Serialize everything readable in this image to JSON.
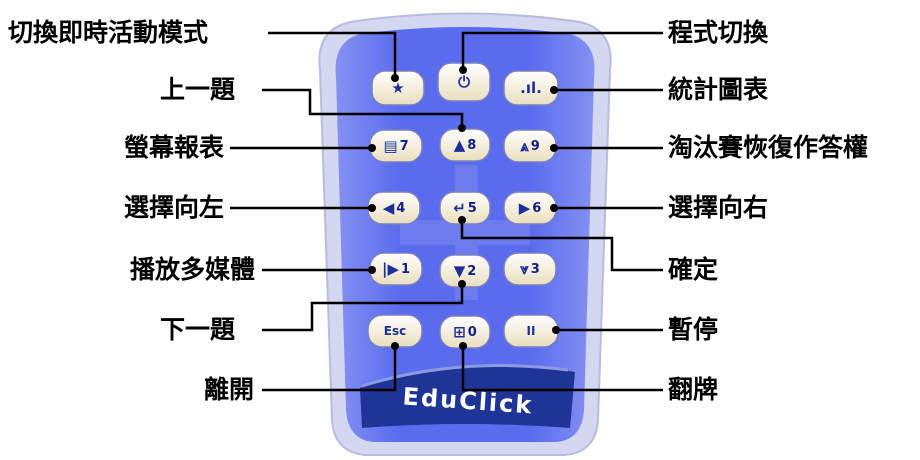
{
  "labels_left": [
    {
      "id": "realtime",
      "text": "切換即時活動模式"
    },
    {
      "id": "prev",
      "text": "上一題"
    },
    {
      "id": "screen-report",
      "text": "螢幕報表"
    },
    {
      "id": "select-left",
      "text": "選擇向左"
    },
    {
      "id": "media",
      "text": "播放多媒體"
    },
    {
      "id": "next",
      "text": "下一題"
    },
    {
      "id": "exit",
      "text": "離開"
    }
  ],
  "labels_right": [
    {
      "id": "program-switch",
      "text": "程式切換"
    },
    {
      "id": "stats-chart",
      "text": "統計圖表"
    },
    {
      "id": "elimination",
      "text": "淘汰賽恢復作答權"
    },
    {
      "id": "select-right",
      "text": "選擇向右"
    },
    {
      "id": "confirm",
      "text": "確定"
    },
    {
      "id": "pause",
      "text": "暫停"
    },
    {
      "id": "flip-card",
      "text": "翻牌"
    }
  ],
  "buttons": [
    {
      "id": "star",
      "glyph": "★",
      "num": ""
    },
    {
      "id": "power",
      "glyph": "⏻",
      "num": ""
    },
    {
      "id": "chart",
      "glyph": ".ıl.",
      "num": ""
    },
    {
      "id": "printer",
      "glyph": "▤",
      "num": "7"
    },
    {
      "id": "up",
      "glyph": "▲",
      "num": "8"
    },
    {
      "id": "double-up",
      "glyph": "⩓",
      "num": "9"
    },
    {
      "id": "left",
      "glyph": "◀",
      "num": "4"
    },
    {
      "id": "enter",
      "glyph": "↵",
      "num": "5"
    },
    {
      "id": "right",
      "glyph": "▶",
      "num": "6"
    },
    {
      "id": "play",
      "glyph": "|▶",
      "num": "1"
    },
    {
      "id": "down",
      "glyph": "▼",
      "num": "2"
    },
    {
      "id": "double-down",
      "glyph": "⩔",
      "num": "3"
    },
    {
      "id": "esc",
      "glyph": "Esc",
      "num": ""
    },
    {
      "id": "flip",
      "glyph": "⊞",
      "num": "0"
    },
    {
      "id": "pause",
      "glyph": "II",
      "num": ""
    }
  ],
  "brand": "EduClick",
  "colors": {
    "body": "#5d6ff0",
    "frame": "#cdd2f2",
    "button": "#f4edd4",
    "brand_band": "#1e3496",
    "leader": "#000000"
  }
}
